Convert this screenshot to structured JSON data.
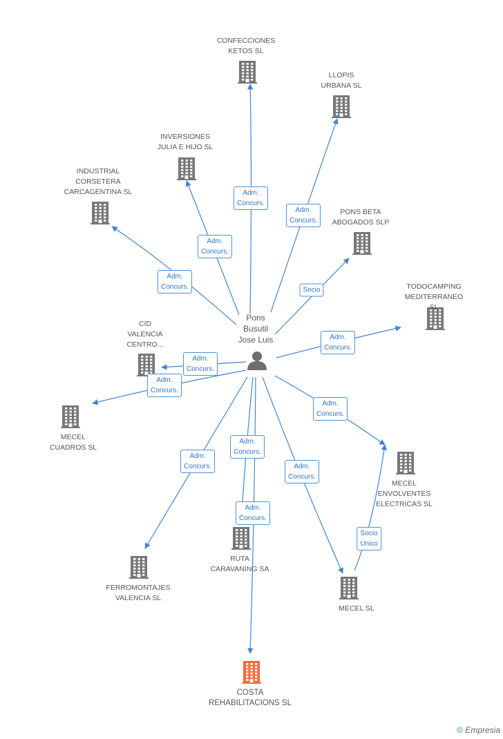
{
  "colors": {
    "edge": "#3f84d4",
    "building": "#777777",
    "target": "#f26b38",
    "person": "#6e6e6e"
  },
  "center": {
    "name": "Pons\nBusutil\nJose Luis",
    "icon": "person-icon"
  },
  "nodes": [
    {
      "id": "confecciones",
      "name": "CONFECCIONES\nKETOS SL",
      "icon": "building-icon"
    },
    {
      "id": "llopis",
      "name": "LLOPIS\nURBANA SL",
      "icon": "building-icon"
    },
    {
      "id": "inversiones",
      "name": "INVERSIONES\nJULIA E HIJO SL",
      "icon": "building-icon"
    },
    {
      "id": "industrial",
      "name": "INDUSTRIAL\nCORSETERA\nCARCAGENTINA SL",
      "icon": "building-icon"
    },
    {
      "id": "ponsbeta",
      "name": "PONS BETA\nABOGADOS SLP",
      "icon": "building-icon"
    },
    {
      "id": "todocamping",
      "name": "TODOCAMPING\nMEDITERRANEO SL",
      "icon": "building-icon"
    },
    {
      "id": "cid",
      "name": "CID\nVALENCIA\nCENTRO...",
      "icon": "building-icon"
    },
    {
      "id": "mecelcuadros",
      "name": "MECEL\nCUADROS SL",
      "icon": "building-icon"
    },
    {
      "id": "mecelenv",
      "name": "MECEL\nENVOLVENTES\nELECTRICAS SL",
      "icon": "building-icon"
    },
    {
      "id": "ferromontajes",
      "name": "FERROMONTAJES\nVALENCIA SL",
      "icon": "building-icon"
    },
    {
      "id": "ruta",
      "name": "RUTA\nCARAVANING SA",
      "icon": "building-icon"
    },
    {
      "id": "mecel",
      "name": "MECEL SL",
      "icon": "building-icon"
    },
    {
      "id": "costa",
      "name": "COSTA\nREHABILITACIONS SL",
      "icon": "building-icon",
      "highlight": true
    }
  ],
  "edges": [
    {
      "from": "center",
      "to": "confecciones",
      "label": "Adm.\nConcurs."
    },
    {
      "from": "center",
      "to": "llopis",
      "label": "Adm.\nConcurs."
    },
    {
      "from": "center",
      "to": "inversiones",
      "label": "Adm.\nConcurs."
    },
    {
      "from": "center",
      "to": "industrial",
      "label": "Adm.\nConcurs."
    },
    {
      "from": "center",
      "to": "ponsbeta",
      "label": "Socio"
    },
    {
      "from": "center",
      "to": "todocamping",
      "label": "Adm.\nConcurs."
    },
    {
      "from": "center",
      "to": "cid",
      "label": "Adm.\nConcurs."
    },
    {
      "from": "center",
      "to": "mecelcuadros",
      "label": "Adm.\nConcurs."
    },
    {
      "from": "center",
      "to": "mecelenv",
      "label": "Adm.\nConcurs."
    },
    {
      "from": "center",
      "to": "ferromontajes",
      "label": "Adm.\nConcurs."
    },
    {
      "from": "center",
      "to": "ruta",
      "label": "Adm.\nConcurs."
    },
    {
      "from": "center",
      "to": "mecel",
      "label": "Adm.\nConcurs."
    },
    {
      "from": "center",
      "to": "costa",
      "label": "Adm.\nConcurs."
    },
    {
      "from": "mecel",
      "to": "mecelenv",
      "label": "Socio\nÚnico"
    }
  ],
  "footer": {
    "copyright": "©",
    "brand": "Empresia"
  }
}
